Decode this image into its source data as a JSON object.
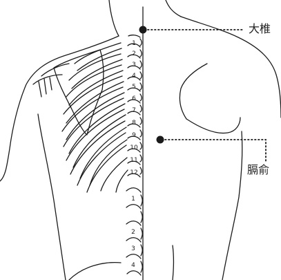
{
  "figure": {
    "vertebrae": {
      "thoracic": [
        "1",
        "2",
        "3",
        "4",
        "5",
        "6",
        "7",
        "8",
        "9",
        "10",
        "11",
        "12"
      ],
      "lumbar": [
        "1",
        "2",
        "3",
        "4"
      ]
    },
    "points": [
      {
        "id": "dazhui",
        "label": "大椎"
      },
      {
        "id": "geshu",
        "label": "膈俞"
      }
    ],
    "colors": {
      "ink": "#1a1a1a",
      "background": "#ffffff"
    }
  }
}
